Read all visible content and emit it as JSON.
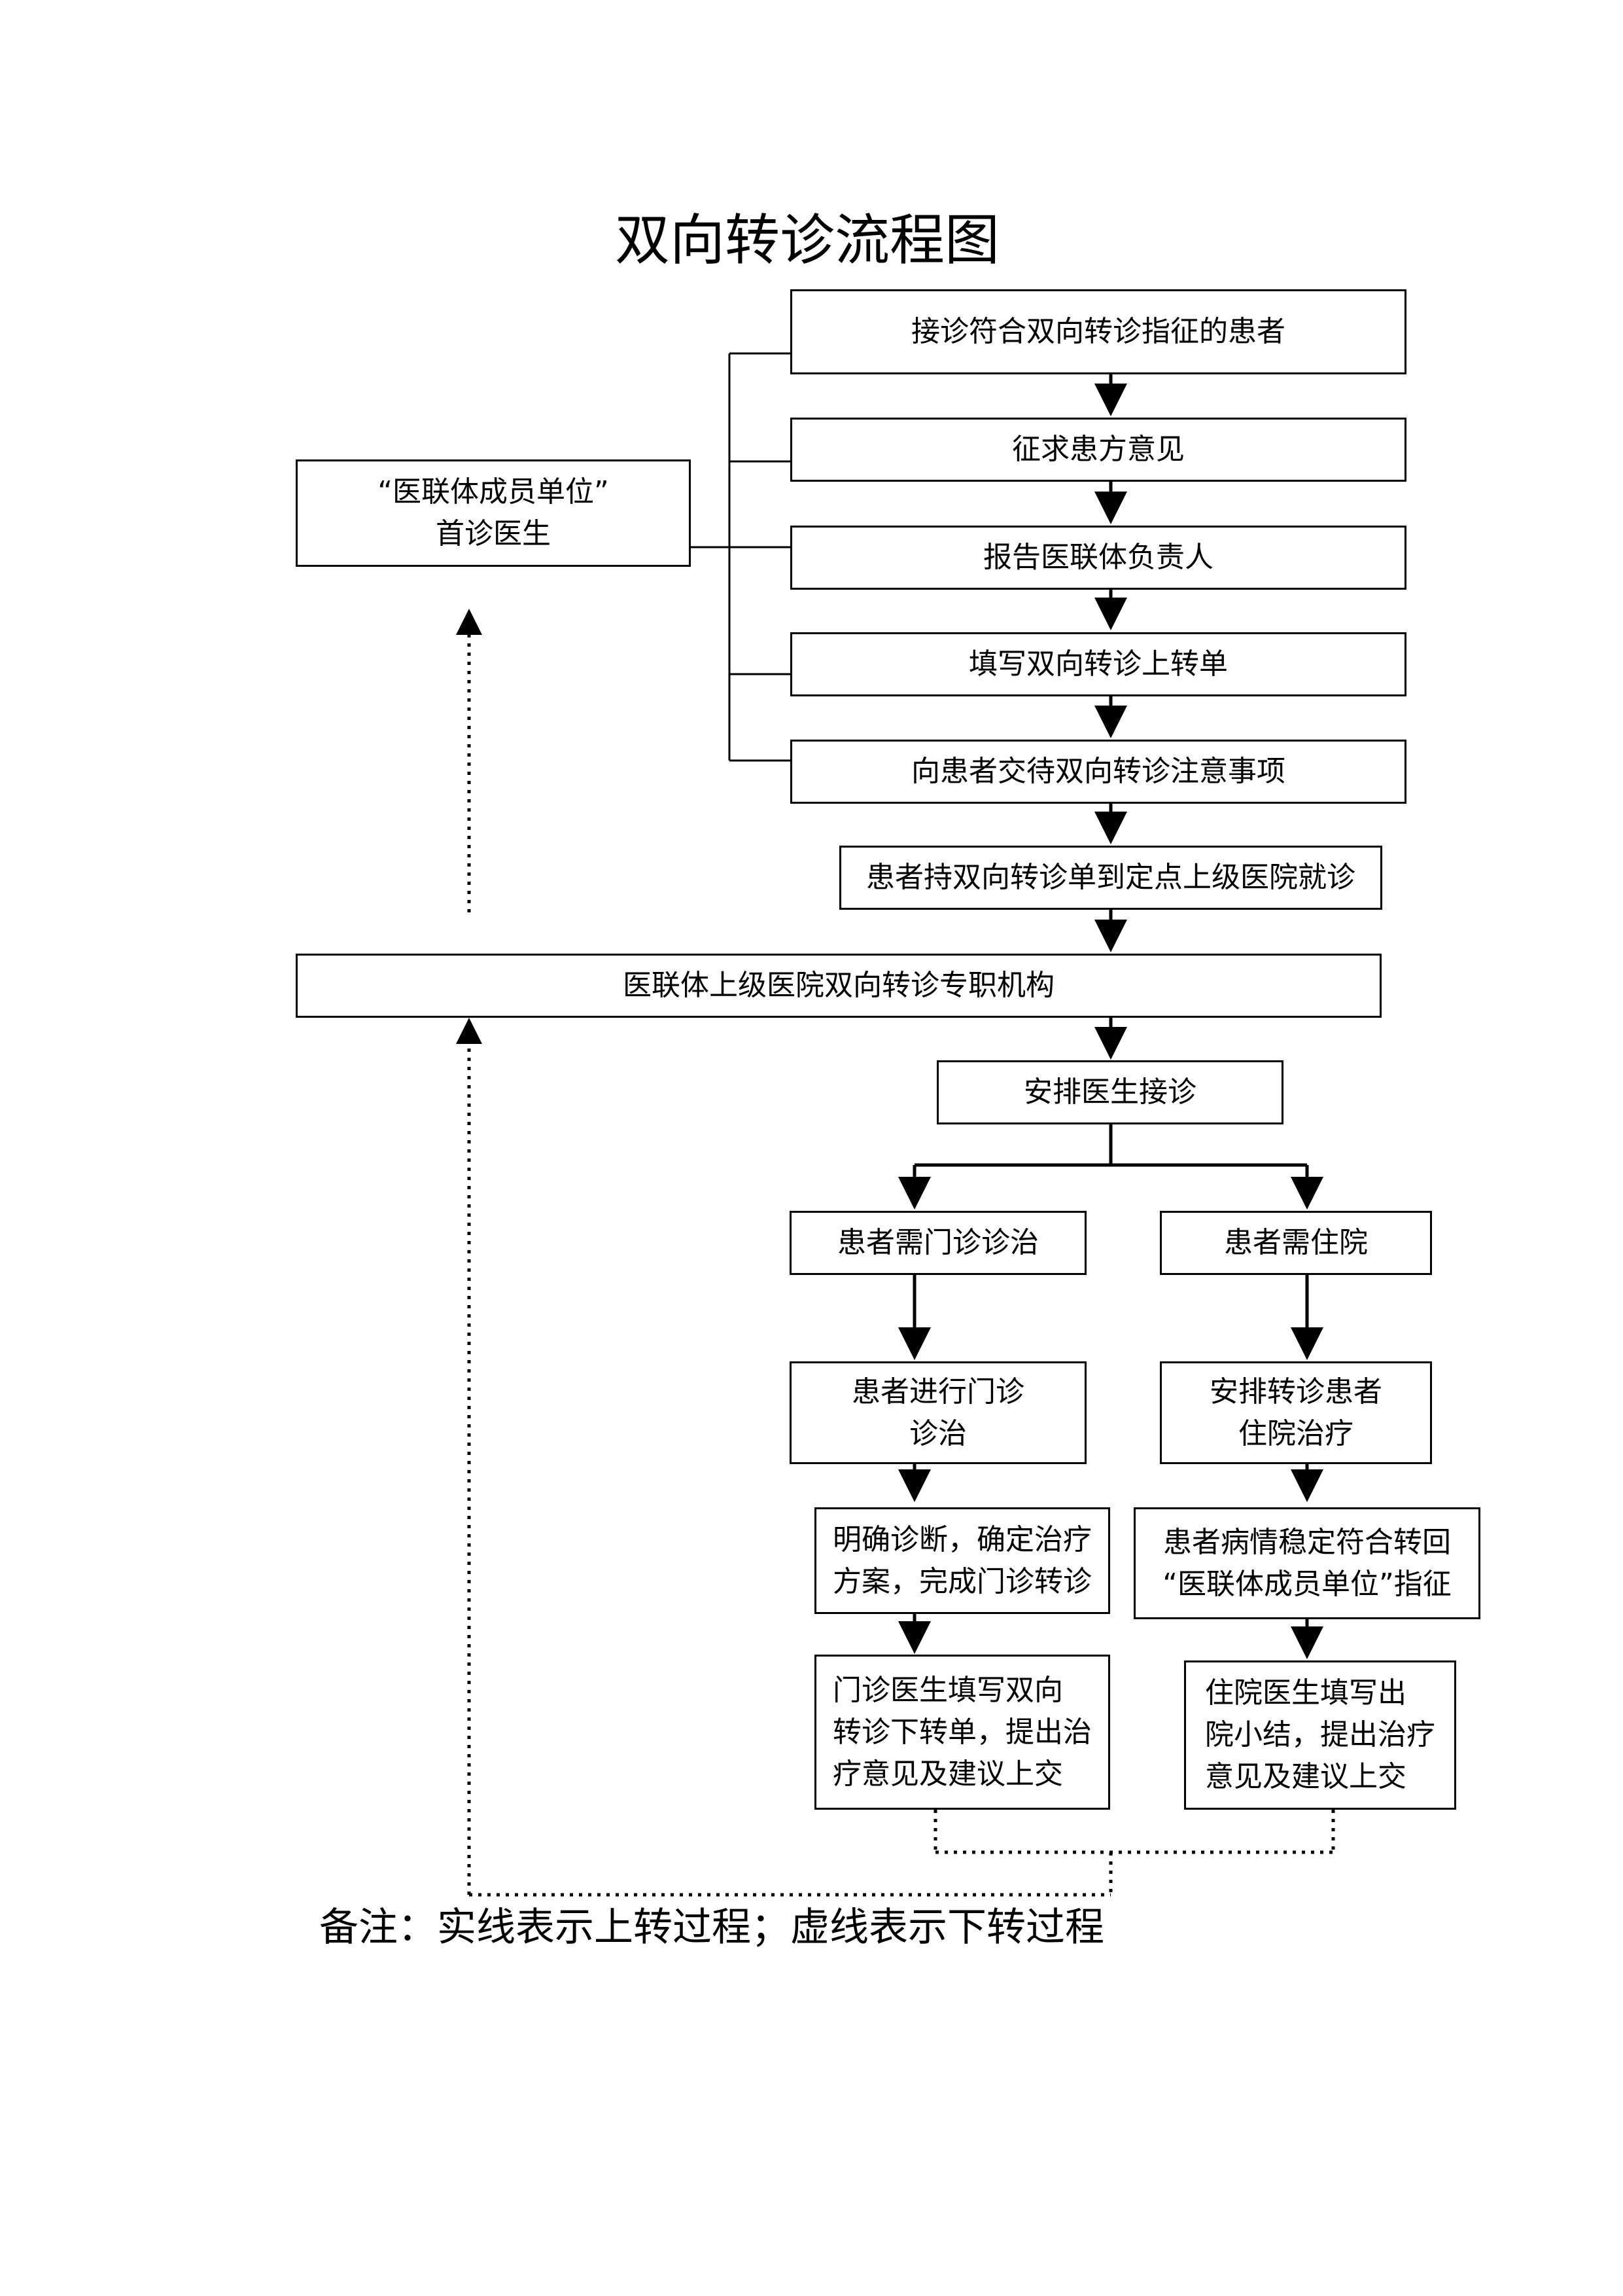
{
  "title": "双向转诊流程图",
  "note": "备注：实线表示上转过程；虚线表示下转过程",
  "nodes": {
    "receive": "接诊符合双向转诊指征的患者",
    "consent": "征求患方意见",
    "report": "报告医联体负责人",
    "fill_up": "填写双向转诊上转单",
    "explain": "向患者交待双向转诊注意事项",
    "visit": "患者持双向转诊单到定点上级医院就诊",
    "first_doctor": "“医联体成员单位”\n首诊医生",
    "institution": "医联体上级医院双向转诊专职机构",
    "arrange": "安排医生接诊",
    "need_outpatient": "患者需门诊诊治",
    "need_inpatient": "患者需住院",
    "outpatient_treat": "患者进行门诊\n诊治",
    "inpatient_treat": "安排转诊患者\n住院治疗",
    "diagnose": "明确诊断，确定治疗\n方案，完成门诊转诊",
    "stable": "患者病情稳定符合转回\n“医联体成员单位”指征",
    "outpatient_doc": "门诊医生填写双向\n转诊下转单，提出治\n疗意见及建议上交",
    "inpatient_doc": "住院医生填写出\n院小结，提出治疗\n意见及建议上交"
  }
}
